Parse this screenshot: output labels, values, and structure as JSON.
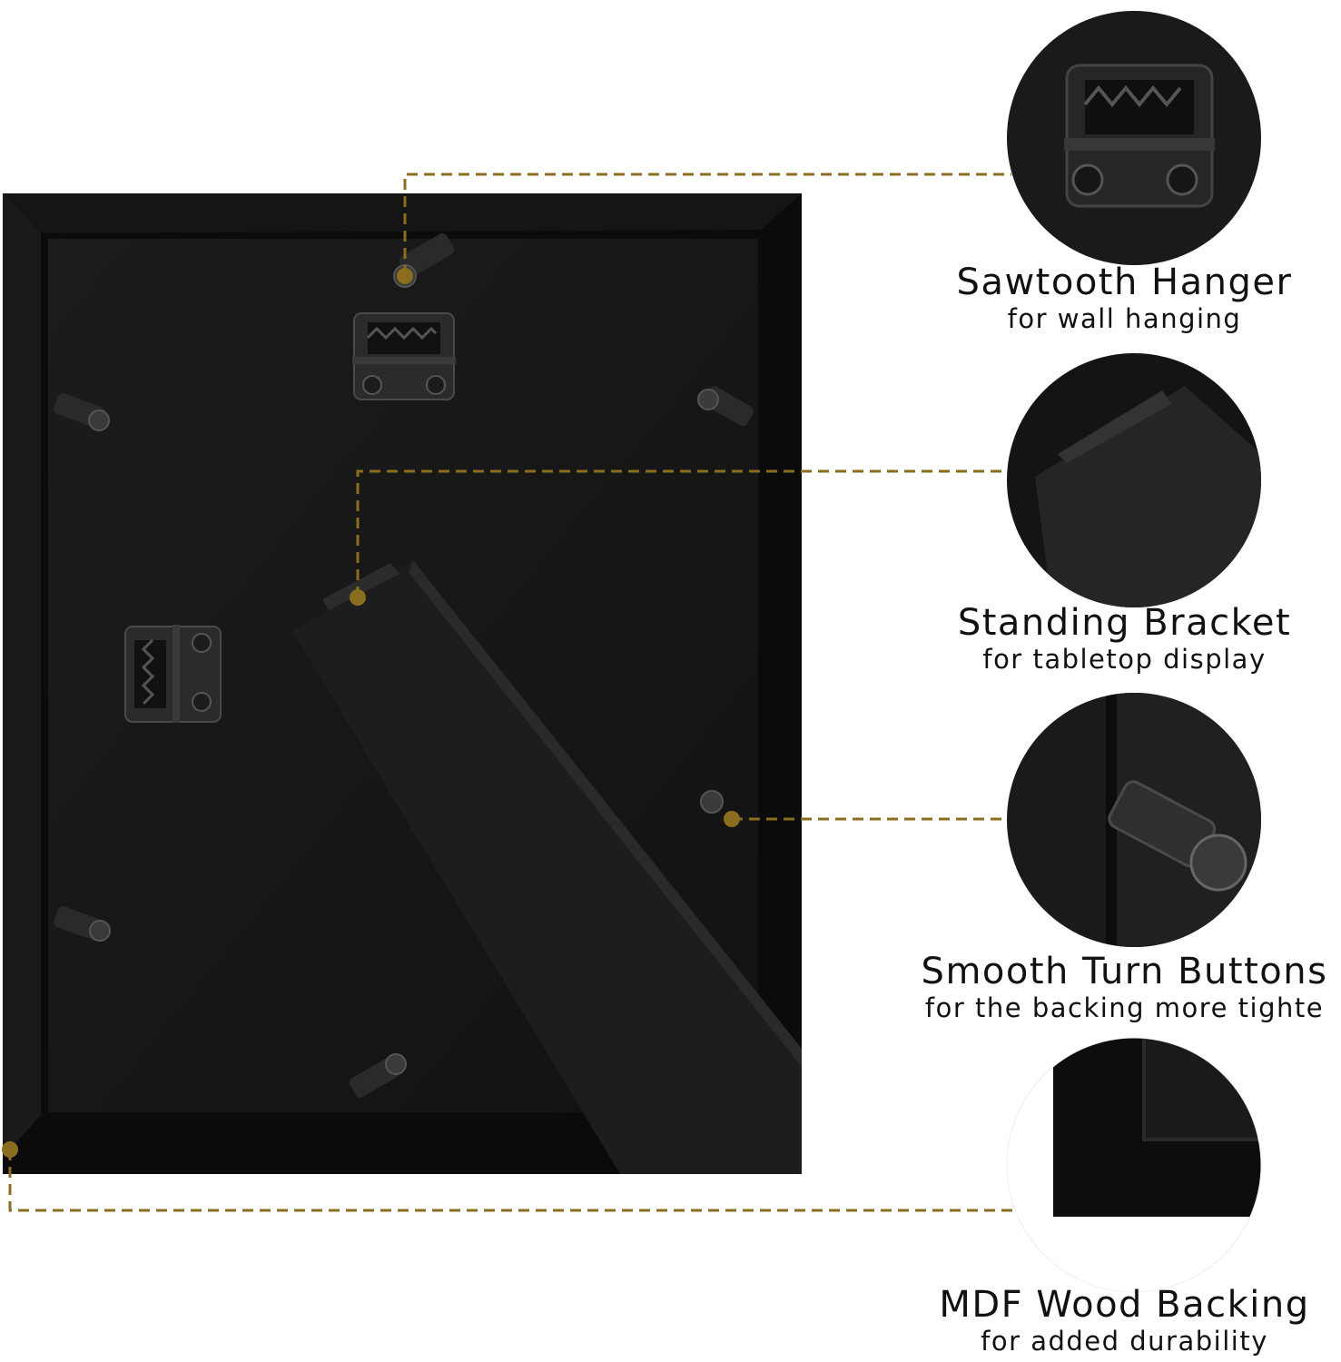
{
  "colors": {
    "background": "#ffffff",
    "frame": "#0b0b0b",
    "backing": "#161616",
    "callout": "#8a6d1f",
    "text": "#111111"
  },
  "features": [
    {
      "title": "Sawtooth Hanger",
      "subtitle": "for wall hanging",
      "icon": "sawtooth-hanger-closeup"
    },
    {
      "title": "Standing Bracket",
      "subtitle": "for tabletop display",
      "icon": "standing-bracket-closeup"
    },
    {
      "title": "Smooth Turn Buttons",
      "subtitle": "for the backing more tighte",
      "icon": "turn-button-closeup"
    },
    {
      "title": "MDF Wood Backing",
      "subtitle": "for added durability",
      "icon": "mdf-backing-closeup"
    }
  ]
}
